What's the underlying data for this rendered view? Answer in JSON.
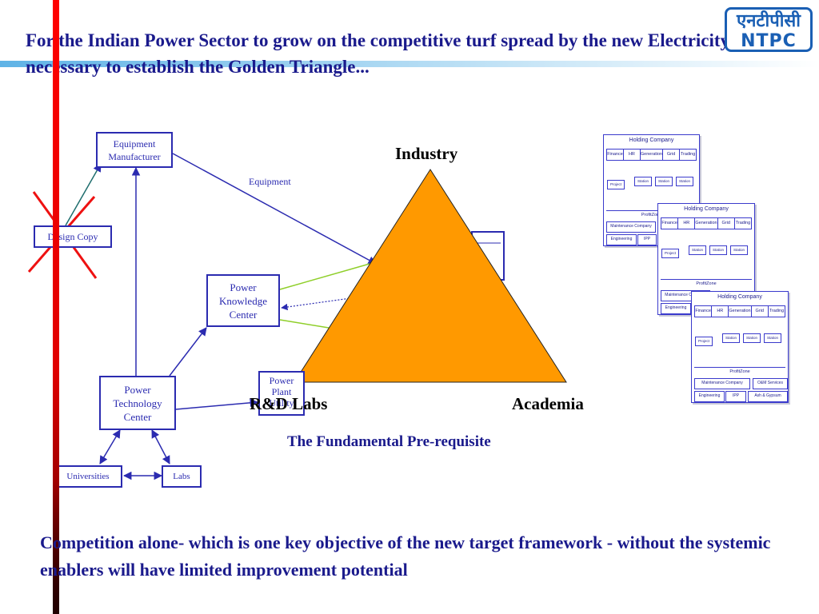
{
  "slide": {
    "title": "For the Indian Power Sector to grow on the competitive turf  spread by the new Electricity Law it is necessary to establish the Golden Triangle...",
    "logo": {
      "line1": "एनटीपीसी",
      "line2": "NTPC"
    },
    "bottom_text": "Competition alone- which is one key objective of the new target framework - without  the systemic enablers will have limited improvement potential"
  },
  "flow": {
    "equipment_manufacturer": "Equipment Manufacturer",
    "design_copy": "Design Copy",
    "equipment_label": "Equipment",
    "power_knowledge_center": "Power Knowledge Center",
    "power_technology_center": "Power Technology Center",
    "power_plant": "Power Plant Utility",
    "universities": "Universities",
    "labs": "Labs"
  },
  "triangle": {
    "top": "Industry",
    "left": "R&D Labs",
    "right": "Academia",
    "caption": "The Fundamental Pre-requisite",
    "fill_color": "#ff9900"
  },
  "org_charts": [
    {
      "head": "Holding Company",
      "columns": [
        "Finance",
        "HR",
        "Generation",
        "Grid",
        "Trading"
      ],
      "stations": [
        "Project",
        "Station",
        "Station",
        "Station"
      ],
      "profit_label": "ProfitZone",
      "bottom_items": [
        "Maintenance Company",
        "Engineering",
        "IPP"
      ]
    },
    {
      "head": "Holding Company",
      "columns": [
        "Finance",
        "HR",
        "Generation",
        "Grid",
        "Trading"
      ],
      "stations": [
        "Project",
        "Station",
        "Station",
        "Station"
      ],
      "profit_label": "ProfitZone",
      "bottom_items": [
        "Maintenance Company",
        "Engineering"
      ]
    },
    {
      "head": "Holding Company",
      "columns": [
        "Finance",
        "HR",
        "Generation",
        "Grid",
        "Trading"
      ],
      "stations": [
        "Project",
        "Station",
        "Station",
        "Station"
      ],
      "profit_label": "ProfitZone",
      "bottom_items": [
        "Maintenance Company",
        "O&M Services",
        "Engineering",
        "IPP",
        "Ash & Gypsum"
      ]
    }
  ]
}
